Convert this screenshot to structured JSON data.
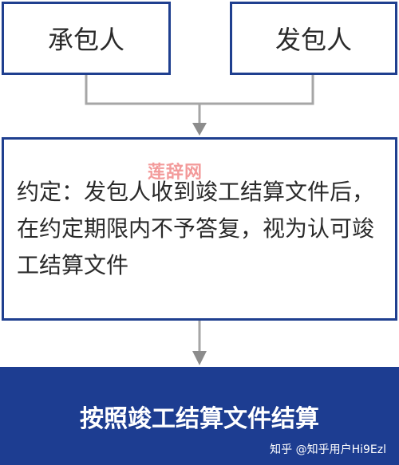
{
  "nodes": {
    "contractor": "承包人",
    "employer": "发包人",
    "agreement": "约定：发包人收到竣工结算文件后，在约定期限内不予答复，视为认可竣工结算文件",
    "result": "按照竣工结算文件结算"
  },
  "watermark": "莲辞网",
  "credit": "知乎 @知乎用户Hi9Ezl",
  "colors": {
    "box_border": "#1f3f8f",
    "result_fill": "#1d3d91",
    "connector": "#a6a6a6"
  }
}
